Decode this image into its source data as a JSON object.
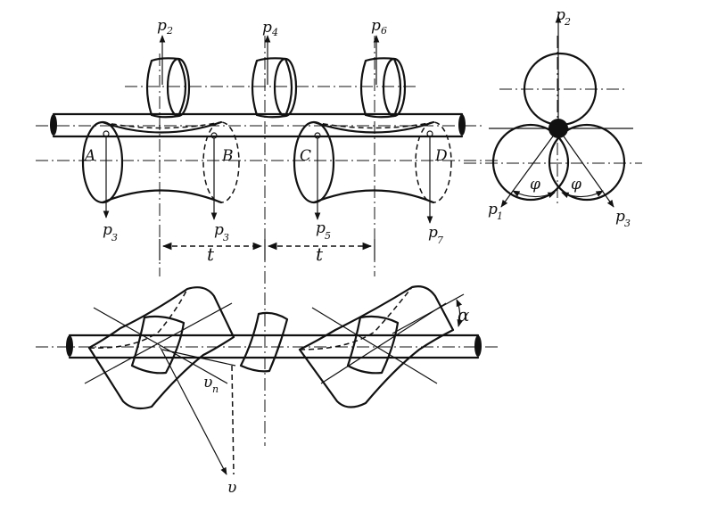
{
  "labels": {
    "p2_top": "p",
    "p2_top_sub": "2",
    "p4_top": "p",
    "p4_top_sub": "4",
    "p6_top": "p",
    "p6_top_sub": "6",
    "A": "A",
    "B": "B",
    "C": "C",
    "D": "D",
    "p3_a": "p",
    "p3_a_sub": "3",
    "p3_b": "p",
    "p3_b_sub": "3",
    "p5": "p",
    "p5_sub": "5",
    "p7": "p",
    "p7_sub": "7",
    "t1": "t",
    "t2": "t",
    "side_p2": "p",
    "side_p2_sub": "2",
    "side_p1": "p",
    "side_p1_sub": "1",
    "side_p3": "p",
    "side_p3_sub": "3",
    "phi1": "φ",
    "phi2": "φ",
    "alpha": "α",
    "vn": "υ",
    "vn_sub": "n",
    "v": "υ"
  }
}
